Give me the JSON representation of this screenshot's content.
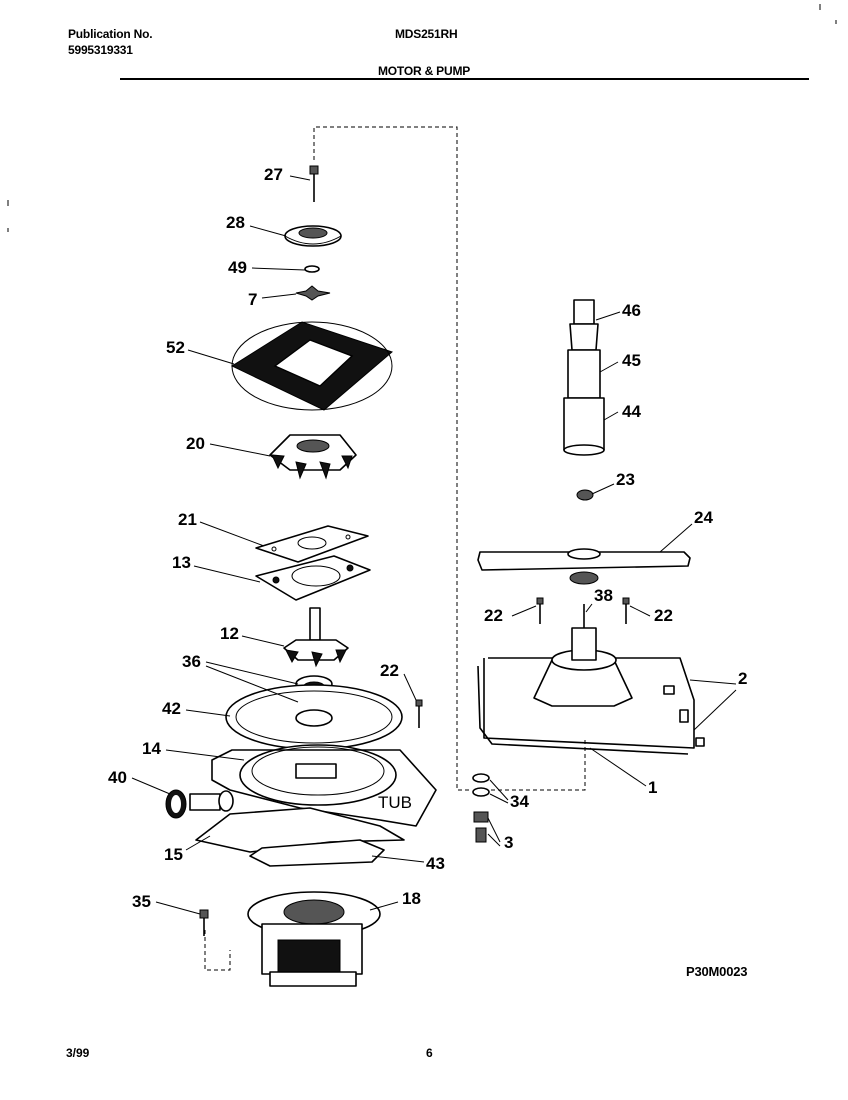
{
  "header": {
    "publication_label": "Publication No.",
    "publication_number": "5995319331",
    "model": "MDS251RH",
    "section_title": "MOTOR & PUMP"
  },
  "callouts": {
    "c27": "27",
    "c28": "28",
    "c49": "49",
    "c7": "7",
    "c52": "52",
    "c20": "20",
    "c21": "21",
    "c13": "13",
    "c12": "12",
    "c36": "36",
    "c22a": "22",
    "c42": "42",
    "c14": "14",
    "c40": "40",
    "c15": "15",
    "c43": "43",
    "c35": "35",
    "c18": "18",
    "c46": "46",
    "c45": "45",
    "c44": "44",
    "c23": "23",
    "c24": "24",
    "c22b": "22",
    "c38": "38",
    "c22c": "22",
    "c2": "2",
    "c1": "1",
    "c34": "34",
    "c3": "3"
  },
  "diagram_text": {
    "tub": "TUB"
  },
  "figure_code": "P30M0023",
  "footer": {
    "date": "3/99",
    "page": "6"
  }
}
